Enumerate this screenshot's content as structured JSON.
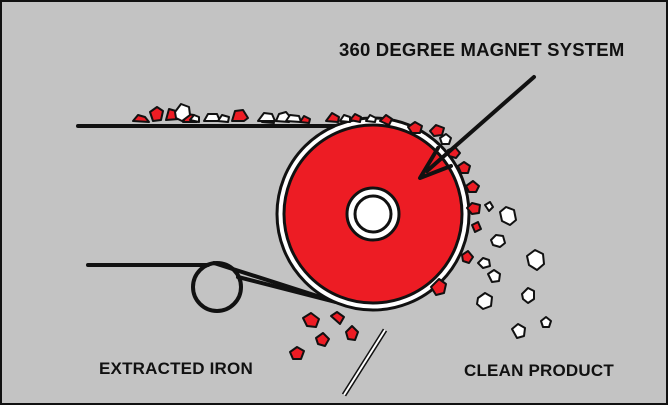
{
  "labels": {
    "magnet_system": "360 DEGREE MAGNET SYSTEM",
    "extracted_iron": "EXTRACTED IRON",
    "clean_product": "CLEAN PRODUCT"
  },
  "colors": {
    "background": "#c3c3c3",
    "magnet": "#ed1c24",
    "iron_fragment": "#ed1c24",
    "clean_fragment": "#ffffff",
    "line": "#111111"
  }
}
